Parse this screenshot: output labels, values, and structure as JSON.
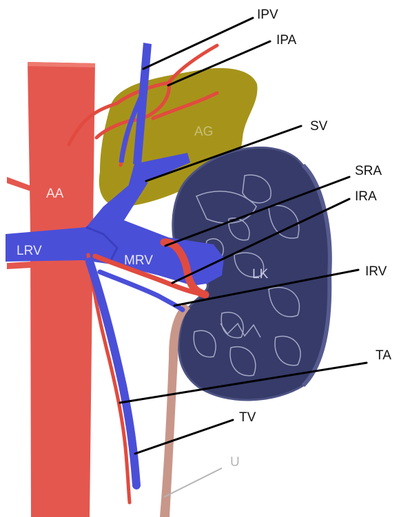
{
  "labels": {
    "IPV": "IPV",
    "IPA": "IPA",
    "SV": "SV",
    "SRA": "SRA",
    "IRA": "IRA",
    "IRV": "IRV",
    "TA": "TA",
    "TV": "TV",
    "U": "U",
    "AA": "AA",
    "AG": "AG",
    "LRV": "LRV",
    "MRV": "MRV",
    "LK": "LK"
  },
  "colors": {
    "artery": "#e4574f",
    "vein": "#4a4fd8",
    "gland": "#a6941a",
    "kidney": "#363b69",
    "ureter": "#c8978a",
    "leader": "#000000",
    "ureter_leader": "#b5b5b5"
  }
}
